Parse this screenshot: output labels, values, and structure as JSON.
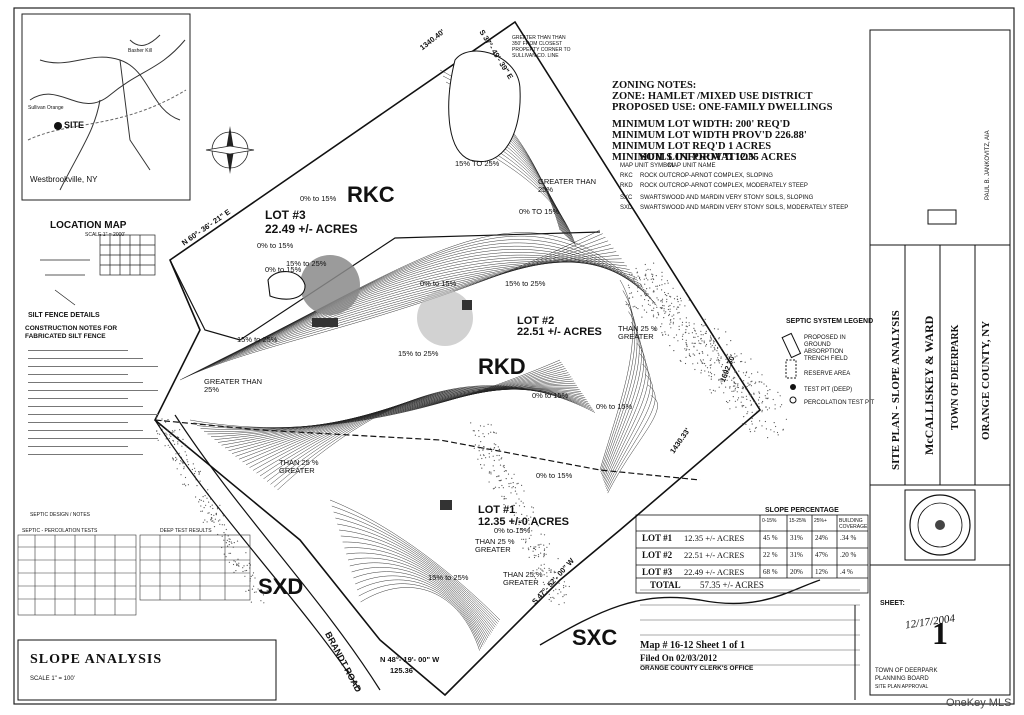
{
  "zoning": {
    "heading": "ZONING NOTES:",
    "zone": "ZONE:  HAMLET /MIXED USE DISTRICT",
    "use": "PROPOSED USE: ONE-FAMILY DWELLINGS",
    "min_width": "MINIMUM LOT WIDTH: 200' REQ'D",
    "min_width_prov": "MINIMUM LOT WIDTH PROV'D 226.88'",
    "min_area": "MINIMUM LOT REQ'D   1 ACRES",
    "min_area_prov": "MINIMUM LOT PROV'D  12.35 ACRES"
  },
  "soils": {
    "heading": "SOILS INFORMATION",
    "col1": "MAP UNIT SYMBOL",
    "col2": "MAP UNIT NAME",
    "rows": [
      {
        "sym": "RKC",
        "name": "ROCK OUTCROP-ARNOT COMPLEX, SLOPING"
      },
      {
        "sym": "RKD",
        "name": "ROCK OUTCROP-ARNOT COMPLEX, MODERATELY STEEP"
      },
      {
        "sym": "SXC",
        "name": "SWARTSWOOD AND MARDIN VERY STONY SOILS, SLOPING"
      },
      {
        "sym": "SXD",
        "name": "SWARTSWOOD AND MARDIN VERY STONY SOILS, MODERATELY STEEP"
      }
    ]
  },
  "location_map": {
    "title": "LOCATION MAP",
    "scale": "SCALE 1\" = 2000'",
    "site": "SITE",
    "town": "Westbrookville, NY",
    "place1": "Sullivan Orange",
    "place2": "Basher Kill"
  },
  "map_labels": {
    "rkc": "RKC",
    "rkd": "RKD",
    "sxd": "SXD",
    "sxc": "SXC",
    "lot3": "LOT #3",
    "lot3_acres": "22.49 +/-  ACRES",
    "lot2": "LOT #2",
    "lot2_acres": "22.51 +/- ACRES",
    "lot1": "LOT #1",
    "lot1_acres": "12.35 +/-0  ACRES",
    "road": "BRANDT ROAD",
    "greater_note": "GREATER THAN THAN 350' FROM CLOSEST PROPERTY CORNER TO SULLIVAN CO. LINE"
  },
  "bearings": [
    {
      "id": "b1",
      "text": "1340.40'"
    },
    {
      "id": "b2",
      "text": "S 37°- 49'- 39\" E"
    },
    {
      "id": "b3",
      "text": "N 60°- 36'- 21\" E"
    },
    {
      "id": "b4",
      "text": "1692.30'"
    },
    {
      "id": "b5",
      "text": "1430.33'"
    },
    {
      "id": "b6",
      "text": "S 47°- 52'- 00\" W"
    },
    {
      "id": "b7",
      "text": "N 48°- 19'- 00\" W"
    },
    {
      "id": "b8",
      "text": "125.36'"
    }
  ],
  "slope_labels": [
    {
      "id": "s1",
      "text": "0% to 15%"
    },
    {
      "id": "s2",
      "text": "0% TO 15%"
    },
    {
      "id": "s3",
      "text": "15% TO 25%"
    },
    {
      "id": "s4",
      "text": "GREATER THAN 25%"
    },
    {
      "id": "s5",
      "text": "0% to 15%"
    },
    {
      "id": "s6",
      "text": "0% to 15%"
    },
    {
      "id": "s7",
      "text": "15% to 25%"
    },
    {
      "id": "s8",
      "text": "15% to 25%"
    },
    {
      "id": "s9",
      "text": "0% to 15%"
    },
    {
      "id": "s10",
      "text": "15% to 25%"
    },
    {
      "id": "s11",
      "text": "THAN 25 % GREATER"
    },
    {
      "id": "s12",
      "text": "15% to 25%"
    },
    {
      "id": "s13",
      "text": "GREATER THAN 25%"
    },
    {
      "id": "s14",
      "text": "0% to 15%"
    },
    {
      "id": "s15",
      "text": "0% to 15%"
    },
    {
      "id": "s16",
      "text": "0% to 15%"
    },
    {
      "id": "s17",
      "text": "THAN 25 % GREATER"
    },
    {
      "id": "s18",
      "text": "THAN 25 % GREATER"
    },
    {
      "id": "s19",
      "text": "0% to 15%"
    },
    {
      "id": "s20",
      "text": "15% to 25%"
    },
    {
      "id": "s21",
      "text": "THAN 25 % GREATER"
    }
  ],
  "septic_legend": {
    "title": "SEPTIC SYSTEM LEGEND",
    "item1": "PROPOSED IN GROUND ABSORPTION TRENCH FIELD",
    "item2": "RESERVE AREA",
    "item3": "TEST PIT (DEEP)",
    "item4": "PERCOLATION TEST PIT"
  },
  "slope_table": {
    "title": "SLOPE PERCENTAGE",
    "cols": [
      "0-15%",
      "15-25%",
      "25%+",
      "BUILDING COVERAGE"
    ],
    "rows": [
      {
        "lot": "LOT #1",
        "acres": "12.35 +/- ACRES",
        "a": "45 %",
        "b": "31%",
        "c": "24%",
        "d": ".34 %"
      },
      {
        "lot": "LOT #2",
        "acres": "22.51 +/- ACRES",
        "a": "22 %",
        "b": "31%",
        "c": "47%",
        "d": ".20 %"
      },
      {
        "lot": "LOT #3",
        "acres": "22.49 +/- ACRES",
        "a": "68 %",
        "b": "20%",
        "c": "12%",
        "d": ".4 %"
      }
    ],
    "total_label": "TOTAL",
    "total_value": "57.35 +/- ACRES"
  },
  "title_block": {
    "line1": "SITE PLAN - SLOPE ANALYSIS",
    "line2": "McCALLISKEY & WARD",
    "line3": "TOWN OF DEERPARK",
    "line4": "ORANGE COUNTY, NY",
    "sheet_label": "SHEET:",
    "sheet_no": "1",
    "date": "12/17/2004",
    "engineer": "PAUL B. JANKOVITZ, AIA"
  },
  "slope_analysis": {
    "title": "SLOPE ANALYSIS",
    "scale": "SCALE 1\" = 100'"
  },
  "filed": {
    "map": "Map # 16-12  Sheet 1 of 1",
    "filed_on": "Filed On 02/03/2012",
    "office": "ORANGE COUNTY CLERK'S OFFICE",
    "board1": "TOWN OF DEERPARK",
    "board2": "PLANNING BOARD",
    "board3": "SITE PLAN APPROVAL"
  },
  "left_notes": {
    "silt": "SILT FENCE DETAILS",
    "construction": "CONSTRUCTION NOTES FOR FABRICATED SILT FENCE",
    "septic_design": "SEPTIC DESIGN / NOTES",
    "perc": "SEPTIC - PERCOLATION TESTS",
    "deep": "DEEP TEST RESULTS"
  },
  "watermark": "OneKey MLS"
}
